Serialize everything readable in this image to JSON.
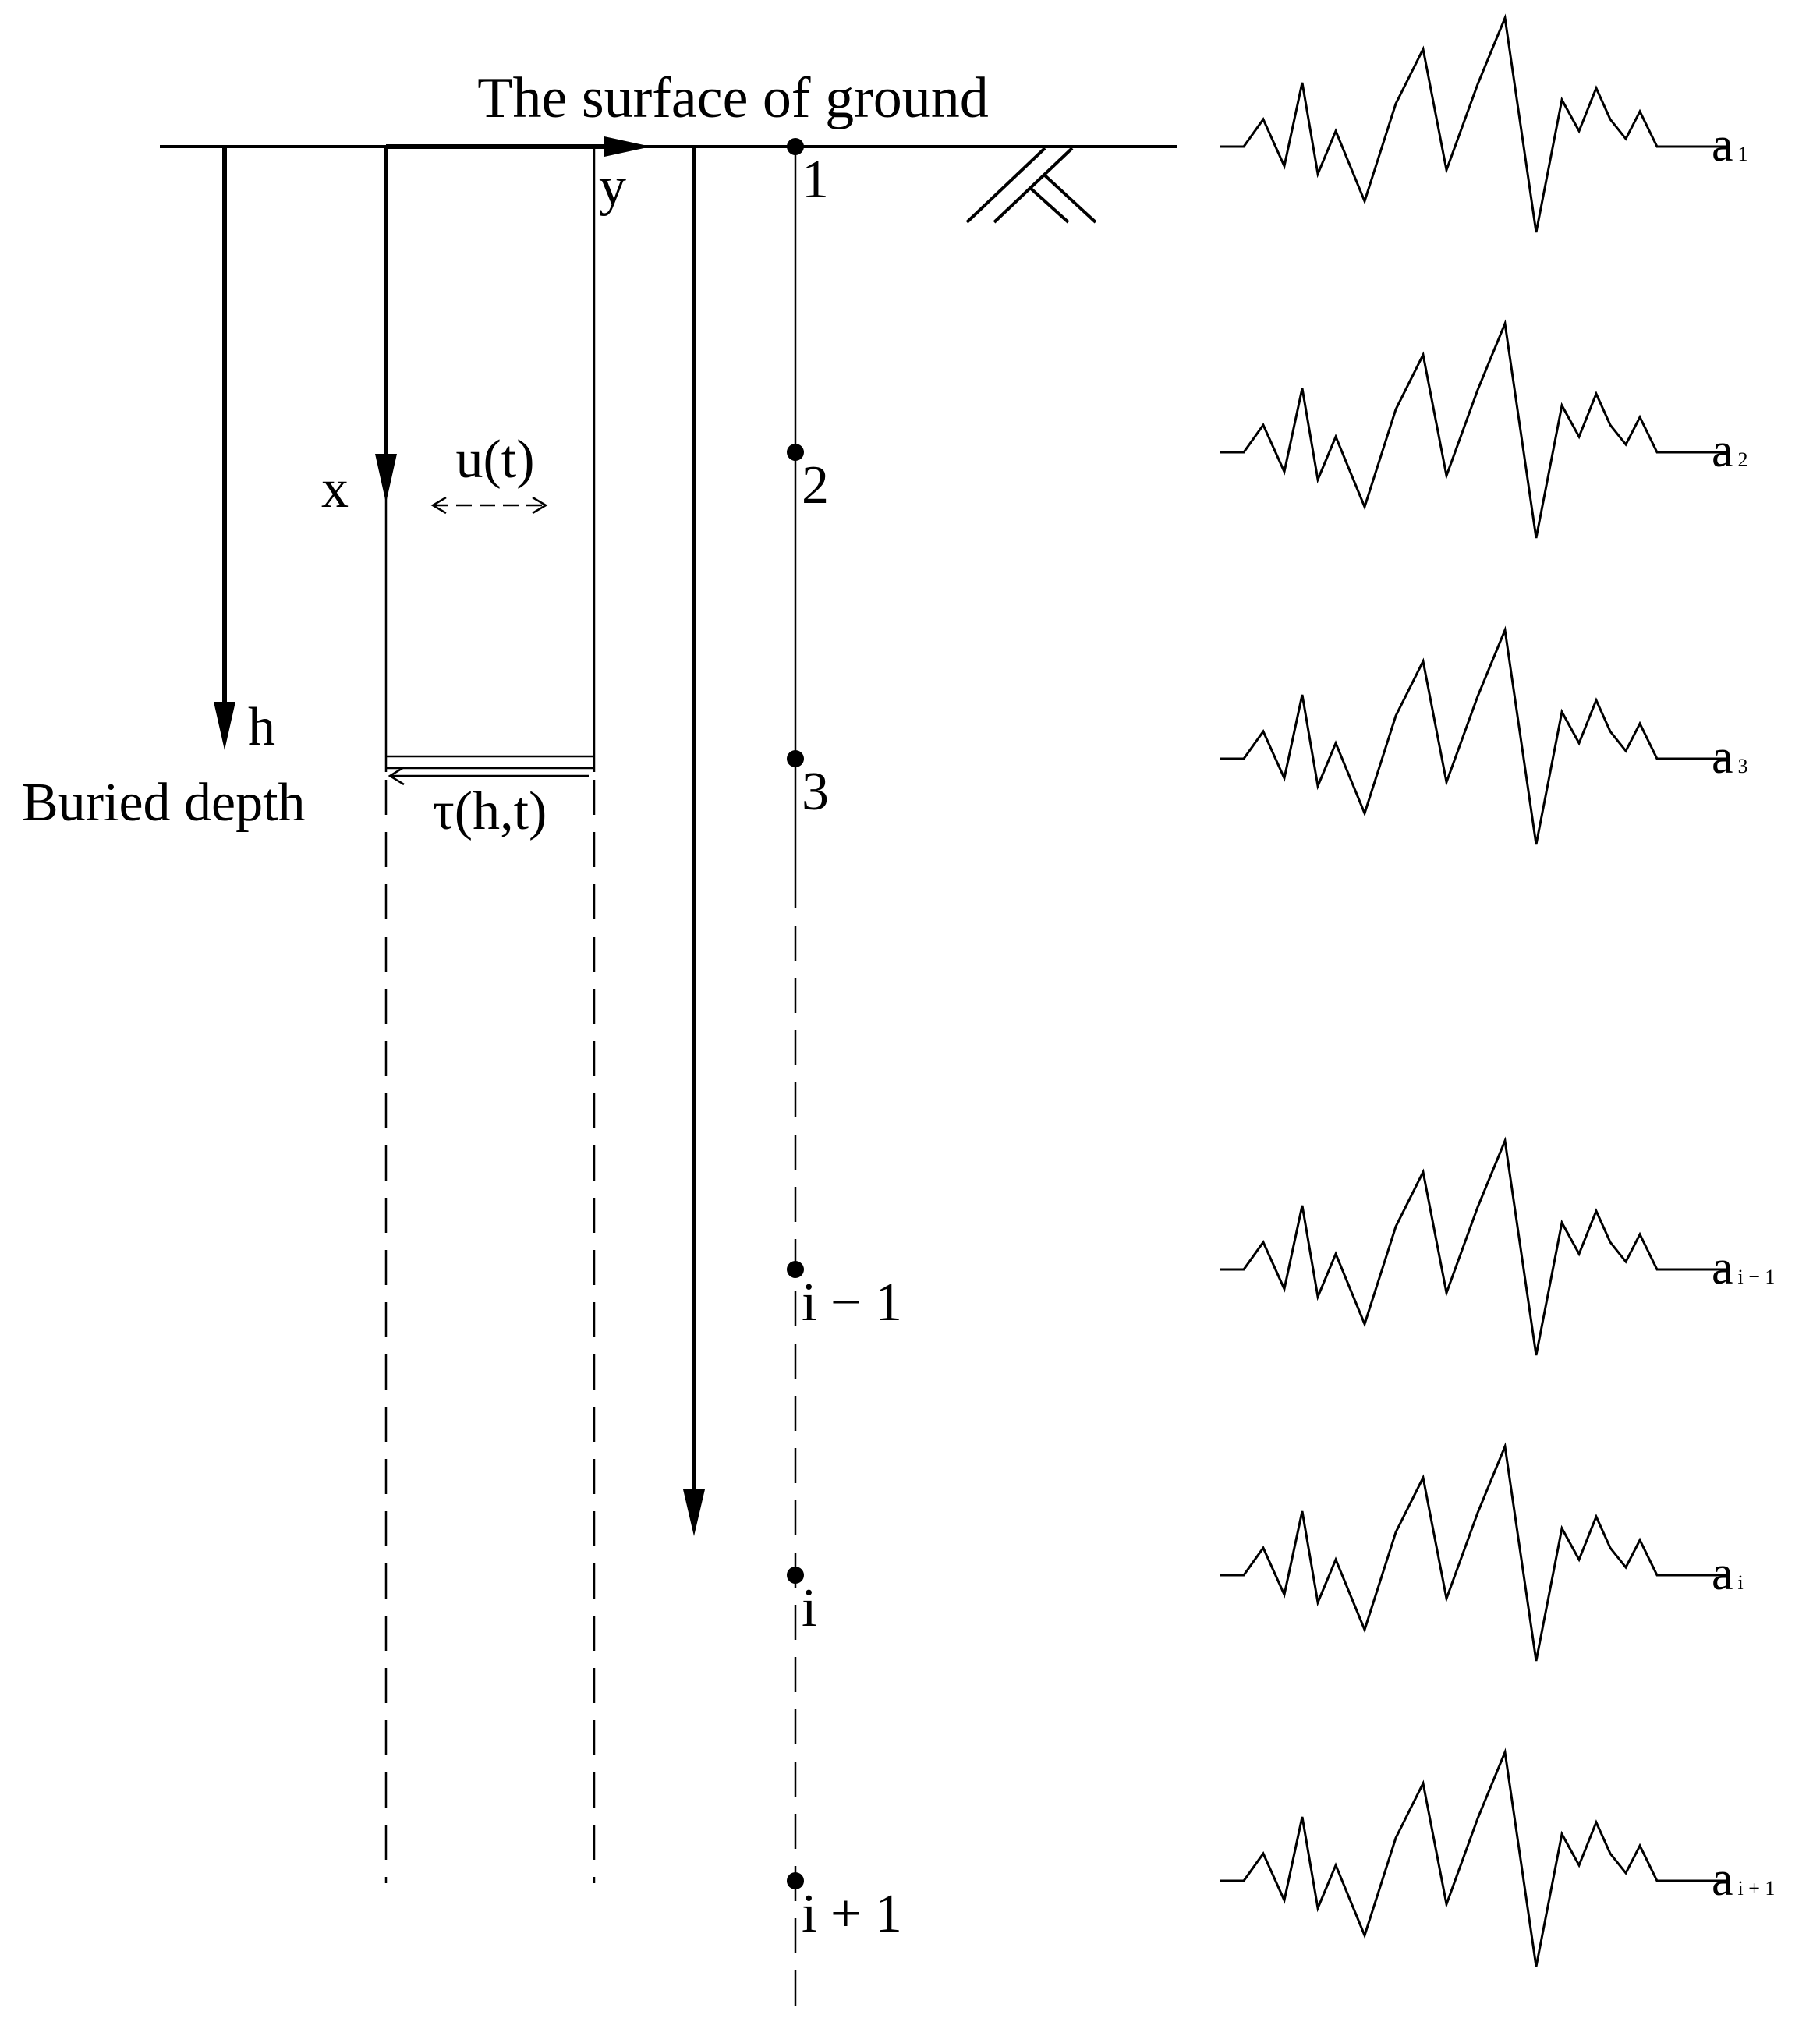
{
  "diagram": {
    "ground_label": "The surface of ground",
    "axis_y_label": "y",
    "axis_x_label": "x",
    "depth_axis_label": "h",
    "buried_depth_label": "Buried depth",
    "displacement_label": "u(t)",
    "shear_label": "τ(h,t)",
    "nodes": [
      {
        "label": "1",
        "acc": "a",
        "acc_sub": "1"
      },
      {
        "label": "2",
        "acc": "a",
        "acc_sub": "2"
      },
      {
        "label": "3",
        "acc": "a",
        "acc_sub": "3"
      },
      {
        "label": "i − 1",
        "acc": "a",
        "acc_sub": "i − 1"
      },
      {
        "label": "i",
        "acc": "a",
        "acc_sub": "i"
      },
      {
        "label": "i + 1",
        "acc": "a",
        "acc_sub": "i + 1"
      }
    ],
    "colors": {
      "stroke": "#000000",
      "background": "#ffffff"
    }
  }
}
